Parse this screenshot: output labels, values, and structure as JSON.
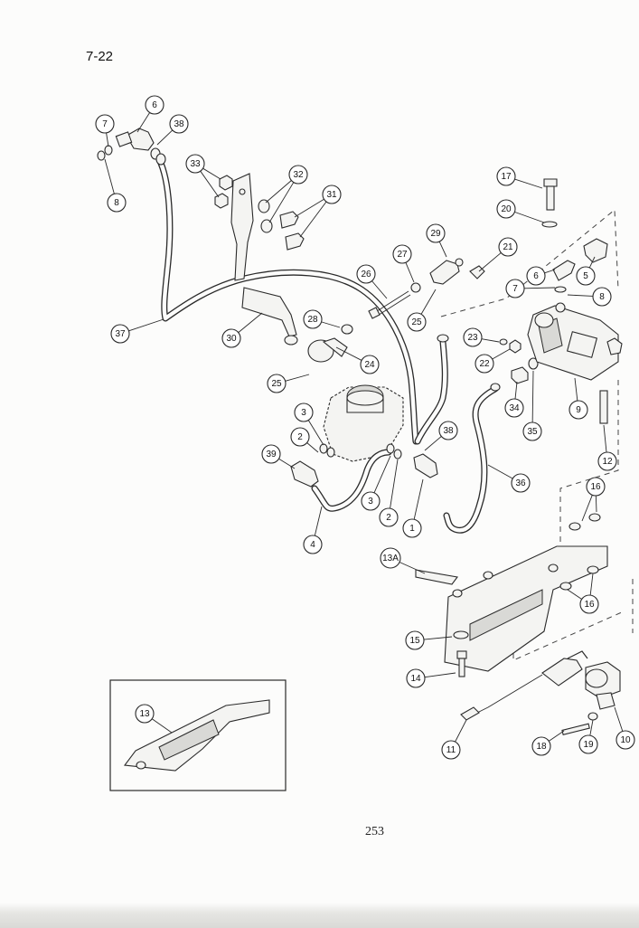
{
  "page": {
    "section_label": "7-22",
    "page_number": "253"
  },
  "callouts": [
    {
      "id": "c-7a",
      "label": "7"
    },
    {
      "id": "c-6a",
      "label": "6"
    },
    {
      "id": "c-38a",
      "label": "38"
    },
    {
      "id": "c-8a",
      "label": "8"
    },
    {
      "id": "c-33",
      "label": "33"
    },
    {
      "id": "c-32",
      "label": "32"
    },
    {
      "id": "c-31",
      "label": "31"
    },
    {
      "id": "c-17",
      "label": "17"
    },
    {
      "id": "c-20",
      "label": "20"
    },
    {
      "id": "c-29",
      "label": "29"
    },
    {
      "id": "c-27",
      "label": "27"
    },
    {
      "id": "c-26",
      "label": "26"
    },
    {
      "id": "c-21",
      "label": "21"
    },
    {
      "id": "c-6b",
      "label": "6"
    },
    {
      "id": "c-5",
      "label": "5"
    },
    {
      "id": "c-7b",
      "label": "7"
    },
    {
      "id": "c-8b",
      "label": "8"
    },
    {
      "id": "c-37",
      "label": "37"
    },
    {
      "id": "c-30",
      "label": "30"
    },
    {
      "id": "c-28",
      "label": "28"
    },
    {
      "id": "c-25a",
      "label": "25"
    },
    {
      "id": "c-23",
      "label": "23"
    },
    {
      "id": "c-22",
      "label": "22"
    },
    {
      "id": "c-24",
      "label": "24"
    },
    {
      "id": "c-25b",
      "label": "25"
    },
    {
      "id": "c-34",
      "label": "34"
    },
    {
      "id": "c-9",
      "label": "9"
    },
    {
      "id": "c-35",
      "label": "35"
    },
    {
      "id": "c-3a",
      "label": "3"
    },
    {
      "id": "c-2a",
      "label": "2"
    },
    {
      "id": "c-39",
      "label": "39"
    },
    {
      "id": "c-38b",
      "label": "38"
    },
    {
      "id": "c-12",
      "label": "12"
    },
    {
      "id": "c-36",
      "label": "36"
    },
    {
      "id": "c-3b",
      "label": "3"
    },
    {
      "id": "c-2b",
      "label": "2"
    },
    {
      "id": "c-1",
      "label": "1"
    },
    {
      "id": "c-16a",
      "label": "16"
    },
    {
      "id": "c-4",
      "label": "4"
    },
    {
      "id": "c-13a",
      "label": "13A"
    },
    {
      "id": "c-16b",
      "label": "16"
    },
    {
      "id": "c-15",
      "label": "15"
    },
    {
      "id": "c-14",
      "label": "14"
    },
    {
      "id": "c-13",
      "label": "13"
    },
    {
      "id": "c-11",
      "label": "11"
    },
    {
      "id": "c-18",
      "label": "18"
    },
    {
      "id": "c-19",
      "label": "19"
    },
    {
      "id": "c-10",
      "label": "10"
    }
  ]
}
